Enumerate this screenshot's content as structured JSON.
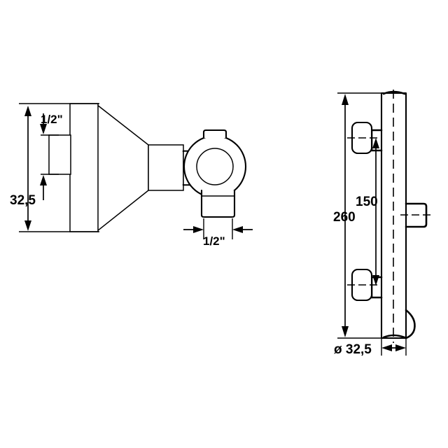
{
  "drawing": {
    "title": "Technical dimension drawing - shower mixer valve",
    "background_color": "#ffffff",
    "line_color": "#000000",
    "views": [
      {
        "name": "side-view-left",
        "description": "Side elevation showing wall flange, tapered cone, valve body and outlet"
      },
      {
        "name": "front-view-right",
        "description": "Front elevation showing vertical body with upper and lower mounting brackets"
      }
    ],
    "dimensions": {
      "inlet_thread_top": "1/2\"",
      "outlet_thread_bottom": "1/2\"",
      "flange_height": "32,5",
      "overall_height": "260",
      "bracket_spacing": "150",
      "body_diameter": "ø 32,5"
    }
  }
}
